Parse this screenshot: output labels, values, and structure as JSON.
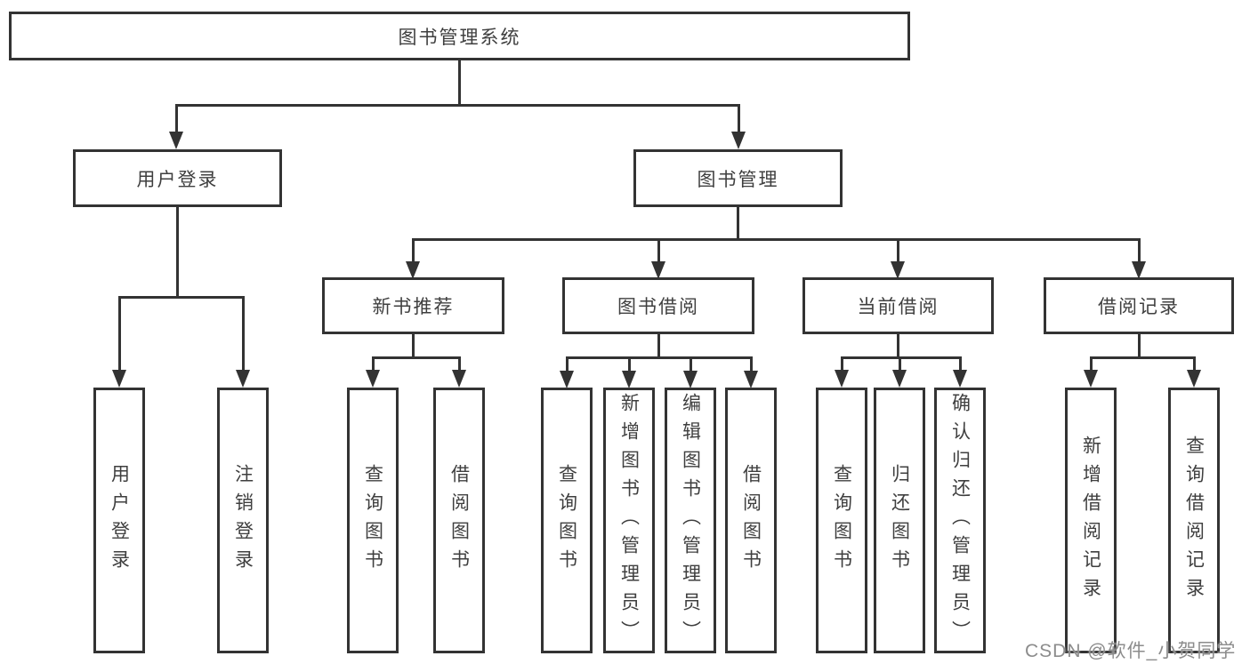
{
  "diagram": {
    "title": "图书管理系统",
    "level2": {
      "user_login": "用户登录",
      "book_management": "图书管理"
    },
    "level3": {
      "new_book_recommendation": "新书推荐",
      "book_borrowing": "图书借阅",
      "current_borrowing": "当前借阅",
      "borrowing_records": "借阅记录"
    },
    "leaves": {
      "user_login": "用户登录",
      "logout": "注销登录",
      "newbook_query": "查询图书",
      "newbook_borrow": "借阅图书",
      "borrow_query": "查询图书",
      "borrow_add_admin": "新增图书（管理员）",
      "borrow_edit_admin": "编辑图书（管理员）",
      "borrow_borrow": "借阅图书",
      "current_query": "查询图书",
      "current_return": "归还图书",
      "current_confirm_admin": "确认归还（管理员）",
      "records_add": "新增借阅记录",
      "records_query": "查询借阅记录"
    }
  },
  "watermark": {
    "text": "CSDN @软件_小贺同学"
  },
  "colors": {
    "line": "#333333",
    "text": "#3f3f3f",
    "watermark": "#8c8c8c"
  }
}
